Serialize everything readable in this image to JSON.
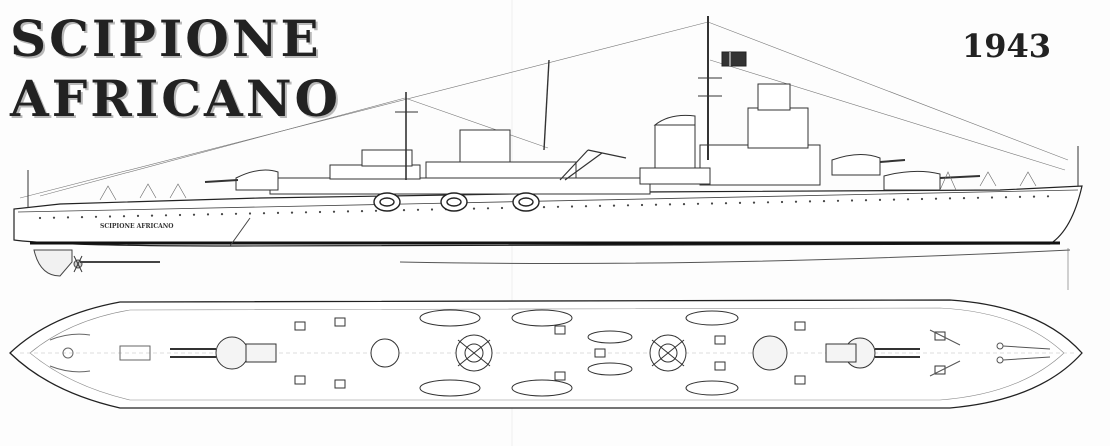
{
  "drawing": {
    "title_lines": [
      "SCIPIONE",
      "AFRICANO"
    ],
    "year": "1943",
    "hull_lettering": "SCIPIONE AFRICANO"
  }
}
